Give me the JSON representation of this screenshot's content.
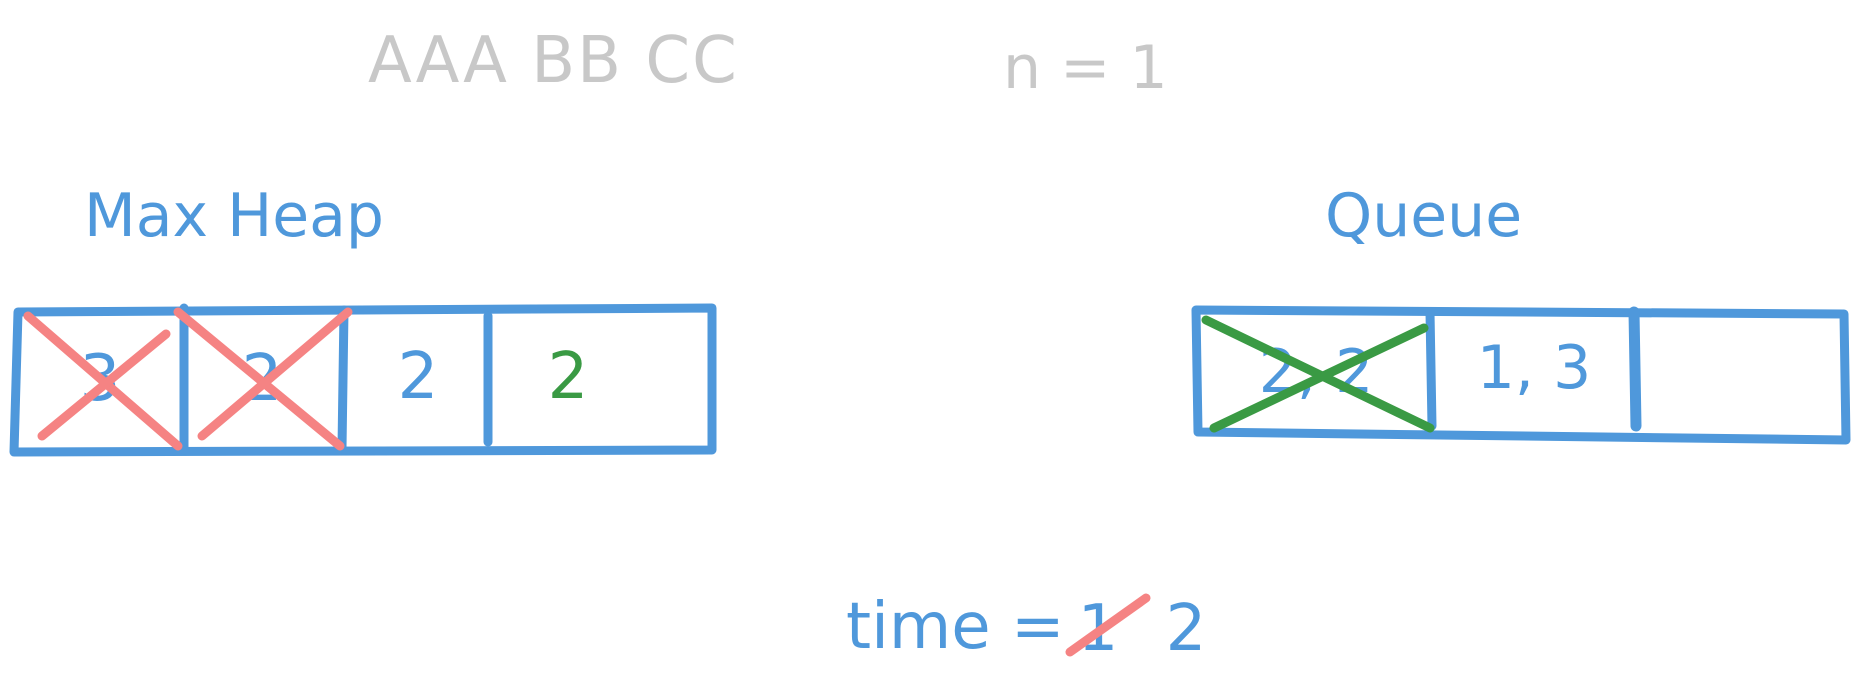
{
  "header": {
    "tasks": "AAA BB CC",
    "n_label": "n = 1"
  },
  "heap": {
    "title": "Max Heap",
    "cells": [
      {
        "value": "3",
        "crossed": true
      },
      {
        "value": "2",
        "crossed": true
      },
      {
        "value": "2",
        "crossed": false
      },
      {
        "value": "2",
        "crossed": false,
        "highlight": true
      }
    ]
  },
  "queue": {
    "title": "Queue",
    "cells": [
      {
        "value": "2, 2",
        "crossed": true
      },
      {
        "value": "1, 3",
        "crossed": false
      },
      {
        "value": "",
        "crossed": false
      }
    ]
  },
  "time": {
    "label": "time =",
    "old_value": "1",
    "new_value": "2"
  },
  "colors": {
    "blue": "#4f98db",
    "gray": "#c8c8c8",
    "red": "#f58383",
    "green": "#3a9a44"
  }
}
